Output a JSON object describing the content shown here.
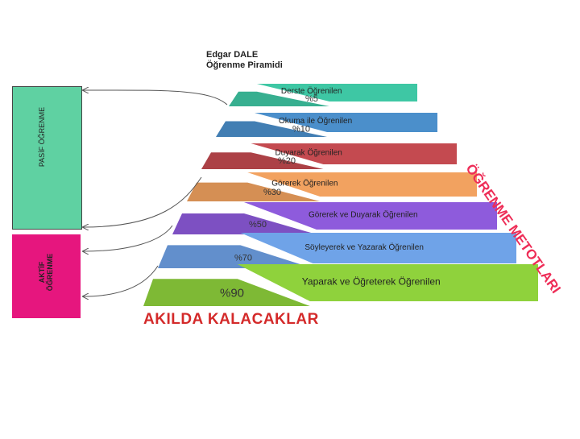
{
  "header": {
    "line1": "Edgar DALE",
    "line2": "Öğrenme Piramidi"
  },
  "side": {
    "passive": {
      "label": "PASİF ÖĞRENME",
      "color": "#5fd1a2"
    },
    "active": {
      "label_line1": "AKTİF",
      "label_line2": "ÖĞRENME",
      "color": "#e6167e"
    }
  },
  "arc_title": "ÖĞRENME METOTLARI",
  "bottom_title": "AKILDA KALACAKLAR",
  "layers": [
    {
      "percent": "%5",
      "method": "Derste Öğrenilen",
      "color": "#3ec7a4"
    },
    {
      "percent": "%10",
      "method": "Okuma ile Öğrenilen",
      "color": "#4b8fcb"
    },
    {
      "percent": "%20",
      "method": "Duyarak Öğrenilen",
      "color": "#c44a50"
    },
    {
      "percent": "%30",
      "method": "Görerek Öğrenilen",
      "color": "#f2a260"
    },
    {
      "percent": "%50",
      "method": "Görerek ve Duyarak Öğrenilen",
      "color": "#8e5bdc"
    },
    {
      "percent": "%70",
      "method": "Söyleyerek ve Yazarak Öğrenilen",
      "color": "#6fa3e8"
    },
    {
      "percent": "%90",
      "method": "Yaparak ve Öğreterek Öğrenilen",
      "color": "#8fd23c"
    }
  ]
}
